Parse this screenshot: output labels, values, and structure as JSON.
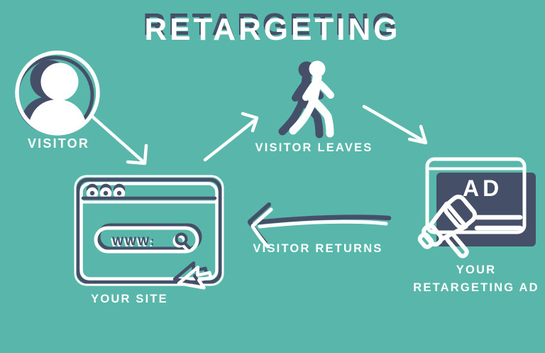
{
  "colors": {
    "background": "#58B7AA",
    "navy": "#454F68",
    "white": "#FFFFFF"
  },
  "title": "RETARGETING",
  "diagram": {
    "visitor": {
      "label": "VISITOR",
      "icon": "person-in-circle-icon"
    },
    "site": {
      "label": "YOUR SITE",
      "icon": "browser-window-icon",
      "address": "WWW:",
      "toolbar_dots": 3
    },
    "leaves": {
      "label": "VISITOR LEAVES",
      "icon": "walking-person-icon"
    },
    "returns": {
      "label": "VISITOR RETURNS",
      "icon": "hand-drawn-return-arrow-icon"
    },
    "ad": {
      "label_line1": "YOUR",
      "label_line2": "RETARGETING AD",
      "badge": "AD",
      "icon": "billboard-megaphone-icon"
    }
  }
}
